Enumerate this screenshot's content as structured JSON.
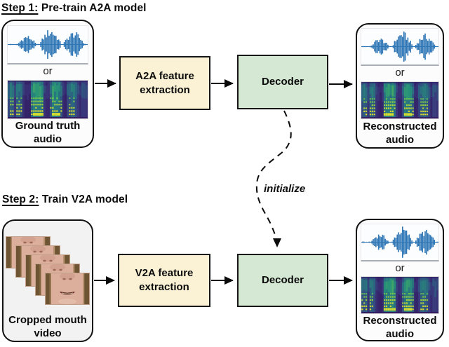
{
  "diagram": {
    "step1": {
      "step_label": "Step 1:",
      "step_title": "Pre-train A2A model"
    },
    "step2": {
      "step_label": "Step 2:",
      "step_title": "Train V2A model"
    },
    "ground_truth": {
      "or": "or",
      "caption_line1": "Ground truth",
      "caption_line2": "audio"
    },
    "reconstructed_top": {
      "or": "or",
      "caption_line1": "Reconstructed",
      "caption_line2": "audio"
    },
    "reconstructed_bottom": {
      "or": "or",
      "caption_line1": "Reconstructed",
      "caption_line2": "audio"
    },
    "cropped_mouth": {
      "caption_line1": "Cropped mouth",
      "caption_line2": "video"
    },
    "a2a_feature": {
      "line1": "A2A feature",
      "line2": "extraction"
    },
    "v2a_feature": {
      "line1": "V2A feature",
      "line2": "extraction"
    },
    "decoder_top": {
      "label": "Decoder"
    },
    "decoder_bottom": {
      "label": "Decoder"
    },
    "initialize_label": "initialize",
    "colors": {
      "feature_box_fill": "#FBF2D5",
      "decoder_box_fill": "#D5E8D4",
      "waveform_blue": "#2E76B5",
      "arrow_black": "#0a0a0a"
    }
  }
}
